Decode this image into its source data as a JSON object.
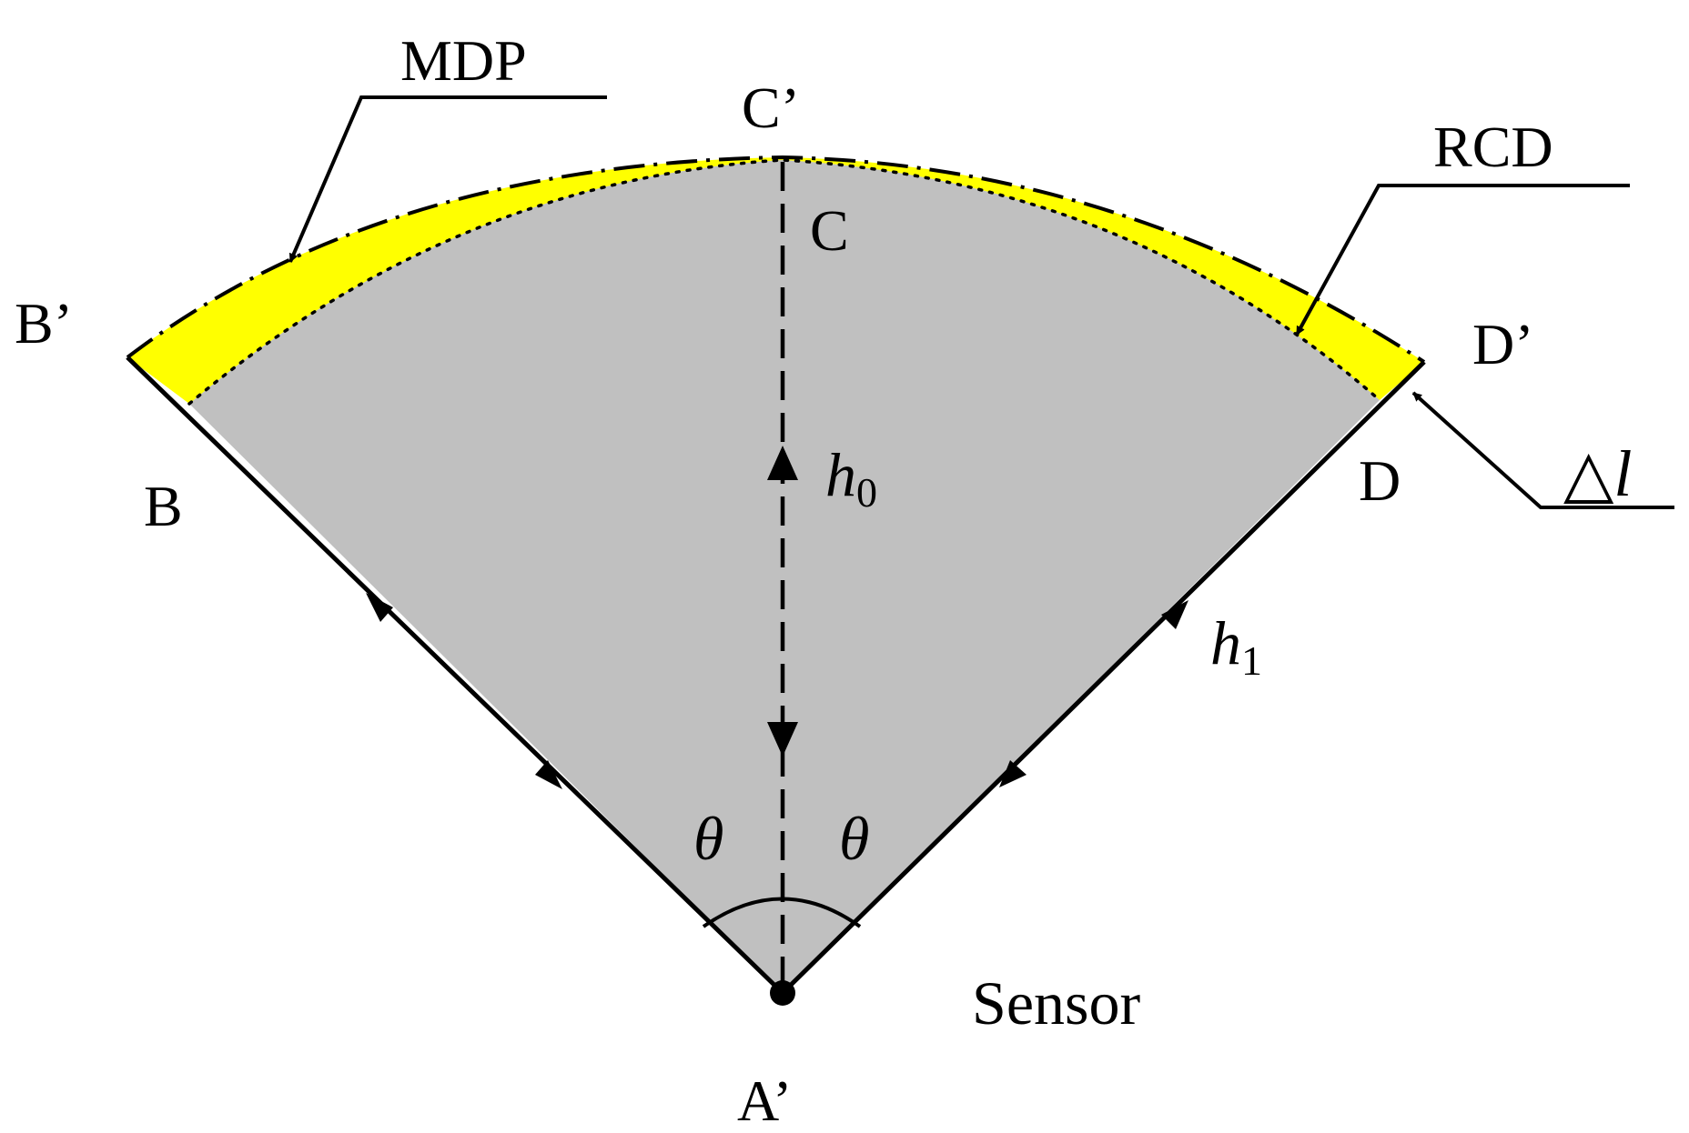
{
  "labels": {
    "mdp": "MDP",
    "rcd": "RCD",
    "c_prime": "C’",
    "c": "C",
    "b_prime": "B’",
    "b": "B",
    "d_prime": "D’",
    "d": "D",
    "h0_base": "h",
    "h0_sub": "0",
    "h1_base": "h",
    "h1_sub": "1",
    "delta_l_symbol": "△",
    "delta_l_var": "l",
    "theta_left": "θ",
    "theta_right": "θ",
    "sensor": "Sensor",
    "a_prime": "A’"
  },
  "colors": {
    "sector_fill": "#c0c0c0",
    "band_fill": "#ffff00",
    "stroke": "#000000"
  }
}
